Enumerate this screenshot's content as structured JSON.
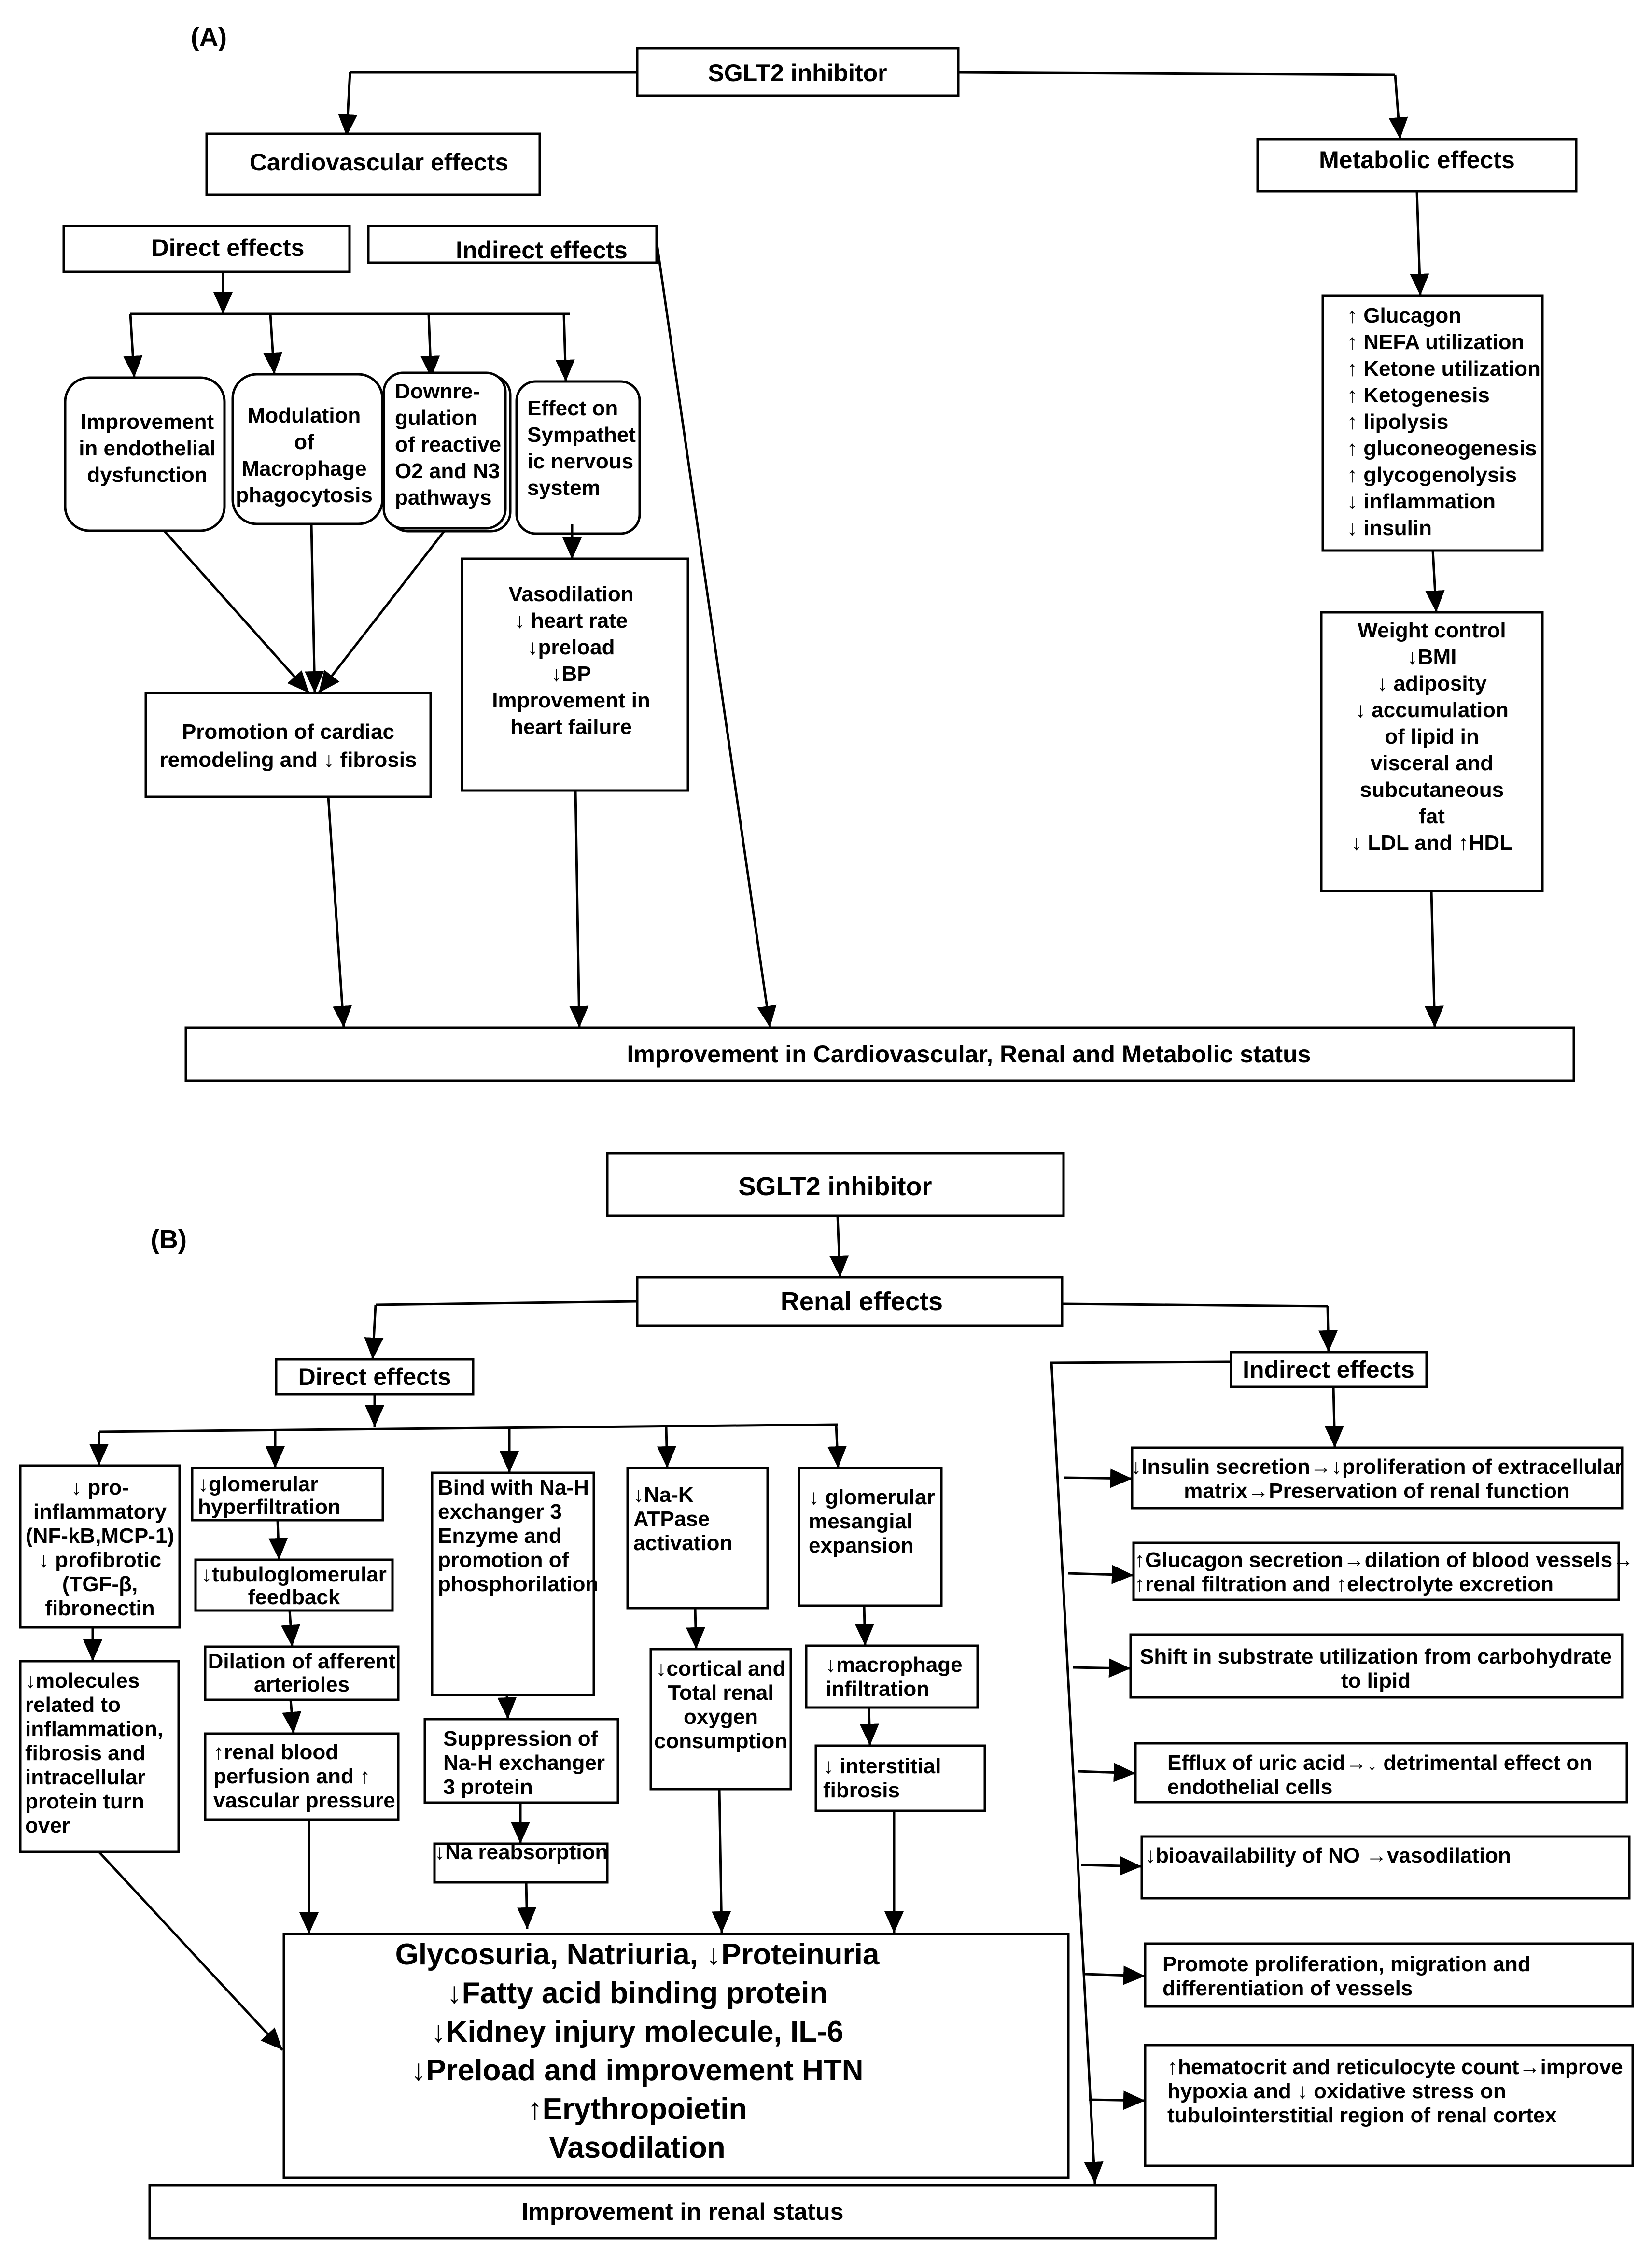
{
  "panel_a": {
    "label": "(A)",
    "sglt2": "SGLT2 inhibitor",
    "cardio": "Cardiovascular effects",
    "metabolic": "Metabolic effects",
    "direct": "Direct effects",
    "indirect": "Indirect effects",
    "endothelial": [
      "Improvement",
      "in endothelial",
      "dysfunction"
    ],
    "macrophage": [
      "Modulation",
      "of",
      "Macrophage",
      "phagocytosis"
    ],
    "downregulation": [
      "Downre-",
      "gulation",
      "of reactive",
      "O2 and N3",
      "pathways"
    ],
    "sympathetic": [
      "Effect on",
      "Sympathet",
      "ic nervous",
      "system"
    ],
    "vasodilation": [
      "Vasodilation",
      "↓ heart rate",
      "↓preload",
      "↓BP",
      "Improvement in",
      "heart failure"
    ],
    "remodeling": [
      "Promotion of cardiac",
      "remodeling and ↓ fibrosis"
    ],
    "metabolic_list": [
      "↑ Glucagon",
      "↑ NEFA utilization",
      "↑ Ketone utilization",
      "↑ Ketogenesis",
      "↑ lipolysis",
      "↑ gluconeogenesis",
      "↑ glycogenolysis",
      "↓ inflammation",
      "↓ insulin"
    ],
    "weight": [
      "Weight control",
      "↓BMI",
      "↓ adiposity",
      "↓ accumulation",
      "of lipid in",
      "visceral and",
      "subcutaneous",
      "fat",
      "↓ LDL and ↑HDL"
    ],
    "outcome": "Improvement in Cardiovascular, Renal and Metabolic status"
  },
  "panel_b": {
    "label": "(B)",
    "sglt2": "SGLT2 inhibitor",
    "renal": "Renal effects",
    "direct": "Direct effects",
    "indirect": "Indirect effects",
    "proinflam": [
      "↓ pro-",
      "inflammatory",
      "(NF-kB,MCP-1)",
      "↓ profibrotic",
      "(TGF-β,",
      "fibronectin"
    ],
    "molecules": [
      "↓molecules",
      "related to",
      "inflammation,",
      "fibrosis and",
      "intracellular",
      "protein turn",
      "over"
    ],
    "glom_hyper": [
      "↓glomerular",
      "hyperfiltration"
    ],
    "tubulo": [
      "↓tubuloglomerular",
      "feedback"
    ],
    "dilation": [
      "Dilation of afferent",
      "arterioles"
    ],
    "perfusion": [
      "↑renal blood",
      "perfusion and ↑",
      "vascular pressure"
    ],
    "nah_bind": [
      "Bind with  Na-H",
      "exchanger 3",
      "Enzyme and",
      "promotion of",
      "phosphorilation"
    ],
    "nah_supp": [
      "Suppression of",
      "Na-H exchanger",
      "3 protein"
    ],
    "na_reabs": "↓Na reabsorption",
    "nak": [
      "↓Na-K",
      "ATPase",
      "activation"
    ],
    "cortical": [
      "↓cortical and",
      "Total renal",
      "oxygen",
      "consumption"
    ],
    "mesangial": [
      "↓ glomerular",
      "mesangial",
      "expansion"
    ],
    "macro_inf": [
      "↓macrophage",
      "infiltration"
    ],
    "interstitial": [
      "↓ interstitial",
      "fibrosis"
    ],
    "outcomes_main": [
      "Glycosuria, Natriuria, ↓Proteinuria",
      "↓Fatty acid binding protein",
      "↓Kidney injury molecule, IL-6",
      "↓Preload and improvement HTN",
      "↑Erythropoietin",
      "Vasodilation"
    ],
    "ind_1": [
      "↓Insulin secretion→↓proliferation of extracellular",
      "matrix→Preservation of renal function"
    ],
    "ind_2": [
      "↑Glucagon secretion→dilation of blood vessels→",
      "↑renal filtration and ↑electrolyte excretion"
    ],
    "ind_3": [
      "Shift in substrate utilization from carbohydrate",
      "to lipid"
    ],
    "ind_4": [
      "Efflux of uric acid→↓ detrimental effect on",
      "endothelial cells"
    ],
    "ind_5": [
      "↓bioavailability of NO →vasodilation"
    ],
    "ind_6": [
      "Promote proliferation, migration and",
      "differentiation of vessels"
    ],
    "ind_7": [
      "↑hematocrit and reticulocyte count→improve",
      "hypoxia and ↓ oxidative stress on",
      "tubulointerstitial region of renal cortex"
    ],
    "outcome": "Improvement in renal status"
  }
}
